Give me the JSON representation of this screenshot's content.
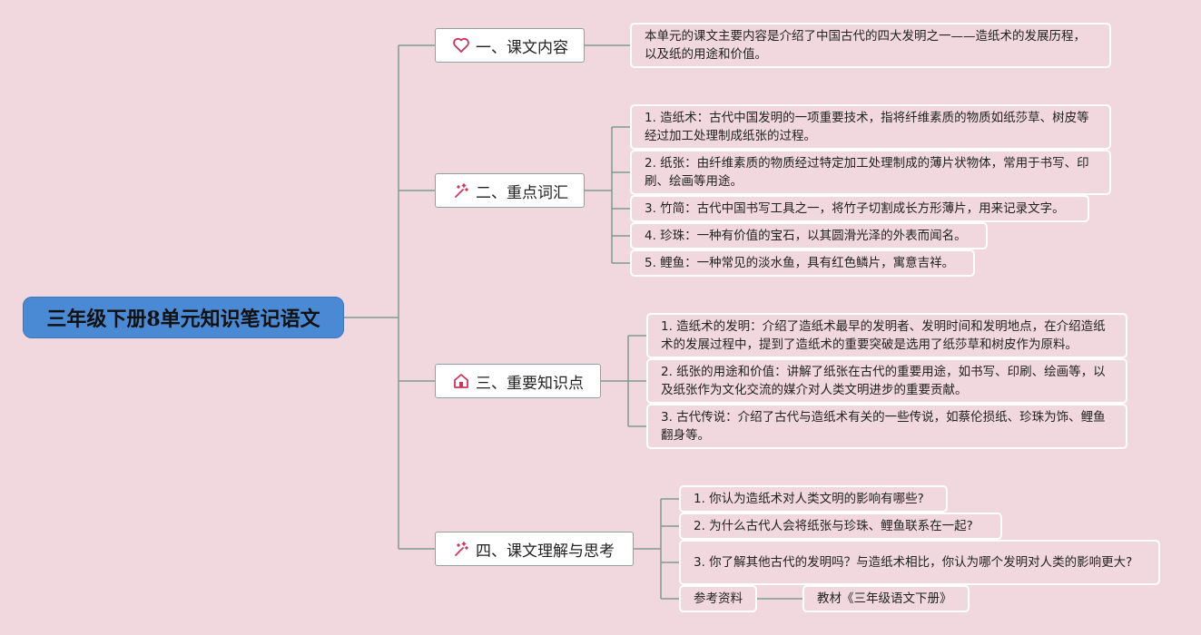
{
  "root": {
    "label": "三年级下册8单元知识笔记语文"
  },
  "branches": [
    {
      "label": "一、课文内容",
      "icon": "heart-icon",
      "children": [
        "本单元的课文主要内容是介绍了中国古代的四大发明之一——造纸术的发展历程，以及纸的用途和价值。"
      ]
    },
    {
      "label": "二、重点词汇",
      "icon": "magic-wand-icon",
      "children": [
        "1. 造纸术：古代中国发明的一项重要技术，指将纤维素质的物质如纸莎草、树皮等经过加工处理制成纸张的过程。",
        "2. 纸张：由纤维素质的物质经过特定加工处理制成的薄片状物体，常用于书写、印刷、绘画等用途。",
        "3. 竹简：古代中国书写工具之一，将竹子切割成长方形薄片，用来记录文字。",
        "4. 珍珠：一种有价值的宝石，以其圆滑光泽的外表而闻名。",
        "5. 鲤鱼：一种常见的淡水鱼，具有红色鳞片，寓意吉祥。"
      ]
    },
    {
      "label": "三、重要知识点",
      "icon": "home-icon",
      "children": [
        "1. 造纸术的发明：介绍了造纸术最早的发明者、发明时间和发明地点，在介绍造纸术的发展过程中，提到了造纸术的重要突破是选用了纸莎草和树皮作为原料。",
        "2. 纸张的用途和价值：讲解了纸张在古代的重要用途，如书写、印刷、绘画等，以及纸张作为文化交流的媒介对人类文明进步的重要贡献。",
        "3. 古代传说：介绍了古代与造纸术有关的一些传说，如蔡伦损纸、珍珠为饰、鲤鱼翻身等。"
      ]
    },
    {
      "label": "四、课文理解与思考",
      "icon": "magic-wand-icon",
      "children": [
        "1. 你认为造纸术对人类文明的影响有哪些?",
        "2. 为什么古代人会将纸张与珍珠、鲤鱼联系在一起?",
        "3. 你了解其他古代的发明吗？与造纸术相比，你认为哪个发明对人类的影响更大?",
        "参考资料"
      ],
      "reference": "教材《三年级语文下册》"
    }
  ],
  "colors": {
    "background": "#f1d8df",
    "root_fill": "#4a8ad4",
    "line": "#7f9a8e",
    "icon": "#d0345a"
  }
}
